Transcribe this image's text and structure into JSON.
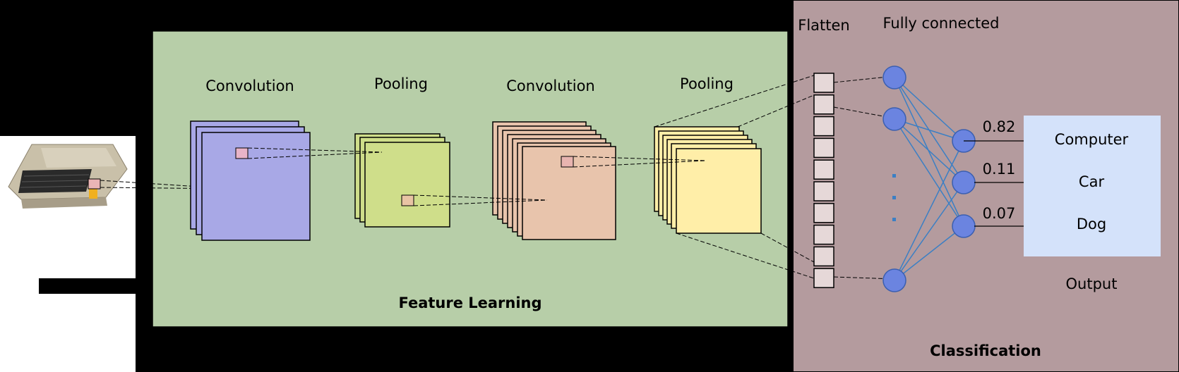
{
  "sections": {
    "feature_learning": "Feature Learning",
    "classification": "Classification"
  },
  "layers": {
    "conv1": "Convolution",
    "pool1": "Pooling",
    "conv2": "Convolution",
    "pool2": "Pooling",
    "flatten": "Flatten",
    "fully_connected": "Fully connected"
  },
  "output": {
    "title": "Output",
    "classes": [
      {
        "label": "Computer",
        "probability": "0.82"
      },
      {
        "label": "Car",
        "probability": "0.11"
      },
      {
        "label": "Dog",
        "probability": "0.07"
      }
    ]
  },
  "colors": {
    "feature_bg": "#b7cea8",
    "classification_bg": "#b49b9e",
    "conv1": "#a8a8e6",
    "pool1": "#cfde8a",
    "conv2": "#e8c4ac",
    "pool2": "#ffeea8",
    "flatten_cell": "#e6d8d8",
    "neuron": "#6b84e0",
    "edge": "#3b7fc4",
    "output_box": "#d4e2fa"
  },
  "icons": {
    "input": "retro-computer-icon"
  }
}
